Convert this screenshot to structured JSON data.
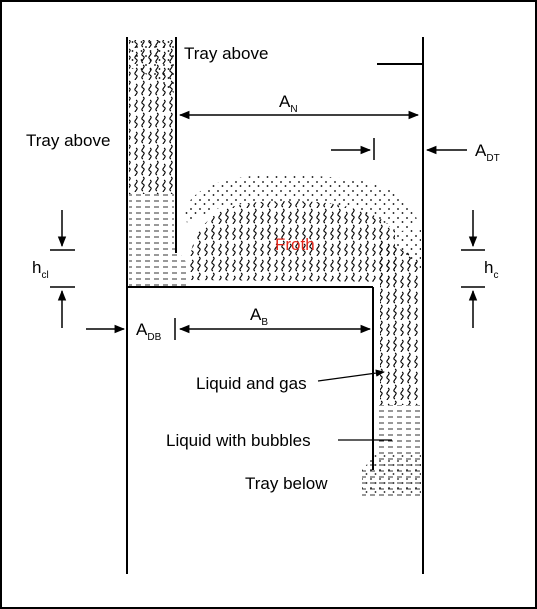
{
  "labels": {
    "tray_above_top": "Tray above",
    "tray_above_left": "Tray above",
    "froth": "Froth",
    "liquid_and_gas": "Liquid and gas",
    "liquid_with_bubbles": "Liquid with bubbles",
    "tray_below": "Tray below",
    "a_n": {
      "base": "A",
      "sub": "N"
    },
    "a_dt": {
      "base": "A",
      "sub": "DT"
    },
    "a_b": {
      "base": "A",
      "sub": "B"
    },
    "a_db": {
      "base": "A",
      "sub": "DB"
    },
    "h_cl": {
      "base": "h",
      "sub": "cl"
    },
    "h_c": {
      "base": "h",
      "sub": "c"
    }
  },
  "colors": {
    "froth_label": "#e0261b",
    "ink": "#000000",
    "frame": "#000000"
  }
}
